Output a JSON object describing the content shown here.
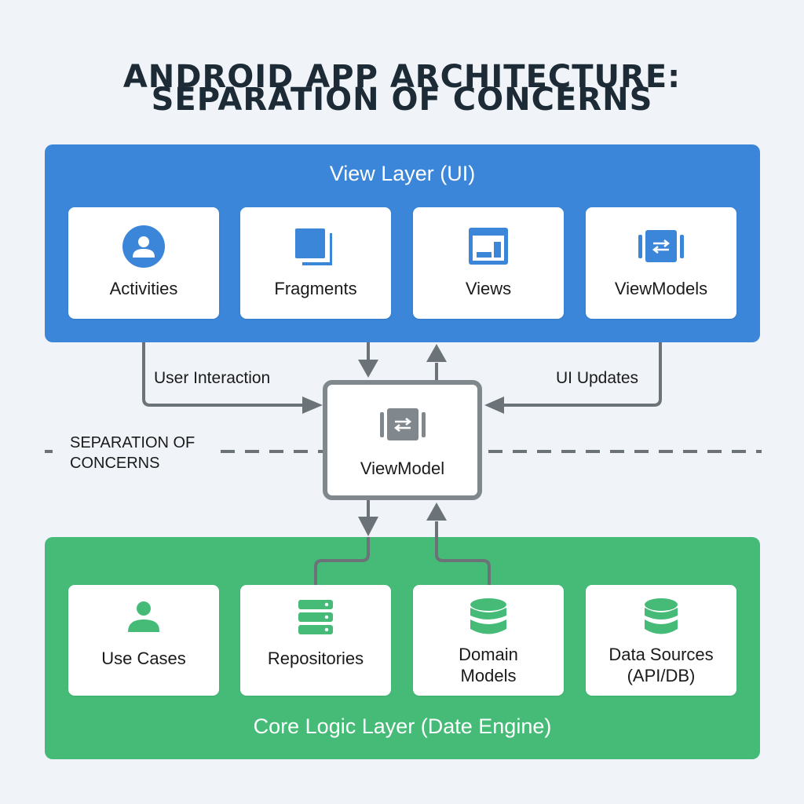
{
  "title": {
    "line1": "ANDROID APP ARCHITECTURE:",
    "line2": "SEPARATION OF CONCERNS"
  },
  "view_layer": {
    "label": "View Layer (UI)",
    "color": "#3b86d8",
    "components": [
      {
        "label": "Activities",
        "icon": "person-circle-icon"
      },
      {
        "label": "Fragments",
        "icon": "stacked-squares-icon"
      },
      {
        "label": "Views",
        "icon": "window-layout-icon"
      },
      {
        "label": "ViewModels",
        "icon": "swap-arrows-icon"
      }
    ]
  },
  "viewmodel": {
    "label": "ViewModel",
    "icon": "swap-arrows-icon",
    "border_color": "#80878d"
  },
  "connections": {
    "user_interaction": "User Interaction",
    "ui_updates": "UI Updates",
    "arrow_color": "#6b7278"
  },
  "separator": {
    "line1": "SEPARATION OF",
    "line2": "CONCERNS"
  },
  "core_layer": {
    "label": "Core Logic Layer (Date Engine)",
    "color": "#46bb78",
    "components": [
      {
        "label": "Use Cases",
        "icon": "person-icon"
      },
      {
        "label": "Repositories",
        "icon": "server-stack-icon"
      },
      {
        "label_line1": "Domain",
        "label_line2": "Models",
        "icon": "database-icon"
      },
      {
        "label_line1": "Data Sources",
        "label_line2": "(API/DB)",
        "icon": "database-icon"
      }
    ]
  }
}
